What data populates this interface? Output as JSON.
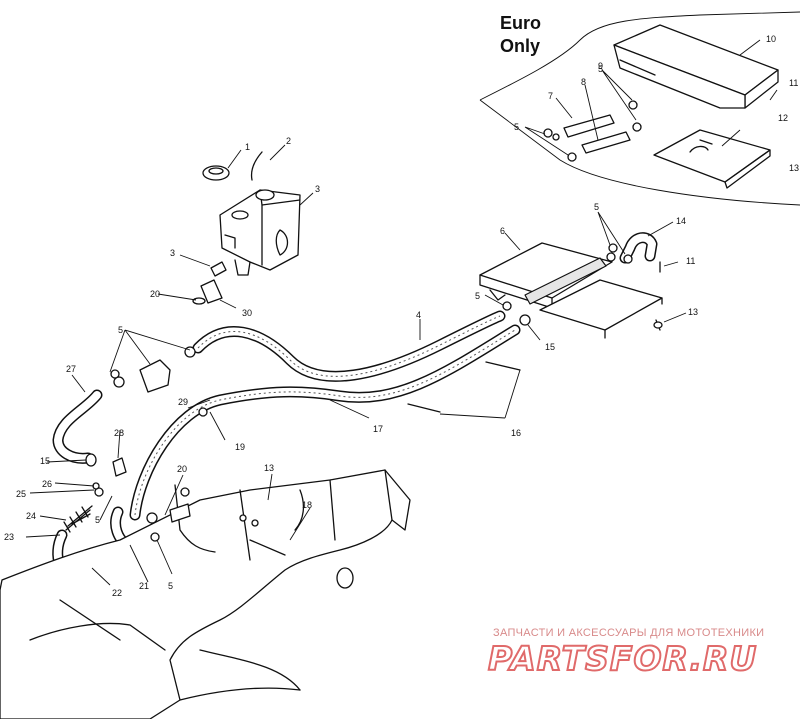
{
  "diagram": {
    "region_label_line1": "Euro",
    "region_label_line2": "Only",
    "callouts": [
      {
        "id": "c1",
        "text": "1"
      },
      {
        "id": "c2",
        "text": "2"
      },
      {
        "id": "c3",
        "text": "3"
      },
      {
        "id": "c3b",
        "text": "3"
      },
      {
        "id": "c4",
        "text": "4"
      },
      {
        "id": "c5a",
        "text": "5"
      },
      {
        "id": "c5b",
        "text": "5"
      },
      {
        "id": "c5c",
        "text": "5"
      },
      {
        "id": "c5d",
        "text": "5"
      },
      {
        "id": "c5e",
        "text": "5"
      },
      {
        "id": "c5f",
        "text": "5"
      },
      {
        "id": "c5g",
        "text": "5"
      },
      {
        "id": "c6",
        "text": "6"
      },
      {
        "id": "c7",
        "text": "7"
      },
      {
        "id": "c8",
        "text": "8"
      },
      {
        "id": "c9",
        "text": "9"
      },
      {
        "id": "c10",
        "text": "10"
      },
      {
        "id": "c11a",
        "text": "11"
      },
      {
        "id": "c11b",
        "text": "11"
      },
      {
        "id": "c12",
        "text": "12"
      },
      {
        "id": "c13a",
        "text": "13"
      },
      {
        "id": "c13b",
        "text": "13"
      },
      {
        "id": "c13c",
        "text": "13"
      },
      {
        "id": "c14",
        "text": "14"
      },
      {
        "id": "c15a",
        "text": "15"
      },
      {
        "id": "c15b",
        "text": "15"
      },
      {
        "id": "c16",
        "text": "16"
      },
      {
        "id": "c17",
        "text": "17"
      },
      {
        "id": "c18",
        "text": "18"
      },
      {
        "id": "c19",
        "text": "19"
      },
      {
        "id": "c20a",
        "text": "20"
      },
      {
        "id": "c20b",
        "text": "20"
      },
      {
        "id": "c21",
        "text": "21"
      },
      {
        "id": "c22",
        "text": "22"
      },
      {
        "id": "c23",
        "text": "23"
      },
      {
        "id": "c24",
        "text": "24"
      },
      {
        "id": "c25",
        "text": "25"
      },
      {
        "id": "c26",
        "text": "26"
      },
      {
        "id": "c27",
        "text": "27"
      },
      {
        "id": "c28",
        "text": "28"
      },
      {
        "id": "c29",
        "text": "29"
      },
      {
        "id": "c30",
        "text": "30"
      }
    ]
  },
  "watermark": {
    "tagline": "ЗАПЧАСТИ И АКСЕССУАРЫ ДЛЯ МОТОТЕХНИКИ",
    "logo": "PARTSFOR.RU",
    "color": "#e06a6a"
  }
}
